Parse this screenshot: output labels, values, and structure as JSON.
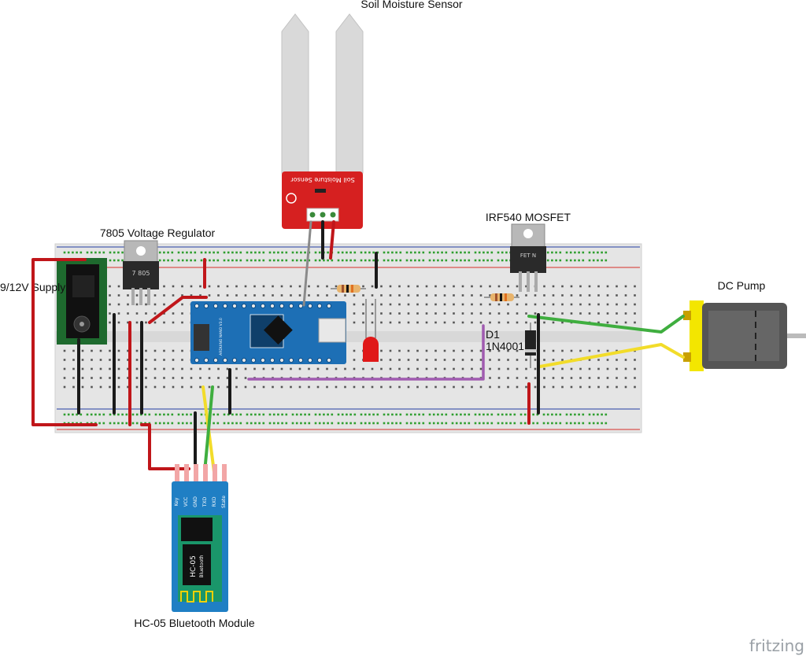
{
  "labels": {
    "soil_sensor": "Soil Moisture Sensor",
    "voltage_regulator": "7805 Voltage Regulator",
    "supply": "9/12V Supply",
    "mosfet": "IRF540 MOSFET",
    "pump": "DC Pump",
    "diode_ref": "D1",
    "diode_part": "1N4001",
    "bluetooth": "HC-05 Bluetooth Module",
    "watermark": "fritzing"
  },
  "silkscreen": {
    "sensor_board": "Soil Moisture Sensor",
    "regulator_marking": "7 805",
    "mosfet_marking": "FET N",
    "hc05_title": "HC-05",
    "hc05_sub": "Bluetooth",
    "hc05_pins": [
      "Key",
      "VCC",
      "GND",
      "TXD",
      "RXD",
      "State"
    ],
    "nano_name": "ARDUINO NANO V3.0"
  },
  "colors": {
    "breadboard": "#e4e4e4",
    "rail_red": "#d9534f",
    "rail_blue": "#4a5fb0",
    "hole_green": "#2e9e2e",
    "wire_red": "#c0161a",
    "wire_black": "#1a1a1a",
    "wire_green": "#3fae3f",
    "wire_yellow": "#f2dc2a",
    "wire_purple": "#a05bb0",
    "wire_gray": "#8a8a8a",
    "sensor_red": "#d62020",
    "nano_blue": "#1d6fb5",
    "hc05_blue": "#1f7fc4",
    "pump_yellow": "#f3e600"
  }
}
